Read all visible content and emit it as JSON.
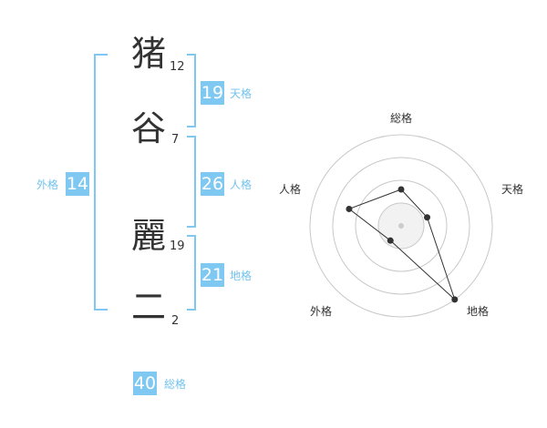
{
  "name": {
    "characters": [
      {
        "char": "猪",
        "strokes": "12"
      },
      {
        "char": "谷",
        "strokes": "7"
      },
      {
        "char": "麗",
        "strokes": "19"
      },
      {
        "char": "二",
        "strokes": "2"
      }
    ]
  },
  "kaku": {
    "tenkaku": {
      "value": "19",
      "label": "天格"
    },
    "jinkaku": {
      "value": "26",
      "label": "人格"
    },
    "chikaku": {
      "value": "21",
      "label": "地格"
    },
    "gaikaku": {
      "value": "14",
      "label": "外格"
    },
    "soukaku": {
      "value": "40",
      "label": "総格"
    }
  },
  "colors": {
    "accent": "#7fc8f2",
    "label": "#72c3ee",
    "text": "#333333"
  },
  "chart_data": {
    "type": "radar",
    "axes": [
      "総格",
      "天格",
      "地格",
      "外格",
      "人格"
    ],
    "values": [
      0.4,
      0.3,
      1.0,
      0.2,
      0.6
    ],
    "rings": 4
  }
}
